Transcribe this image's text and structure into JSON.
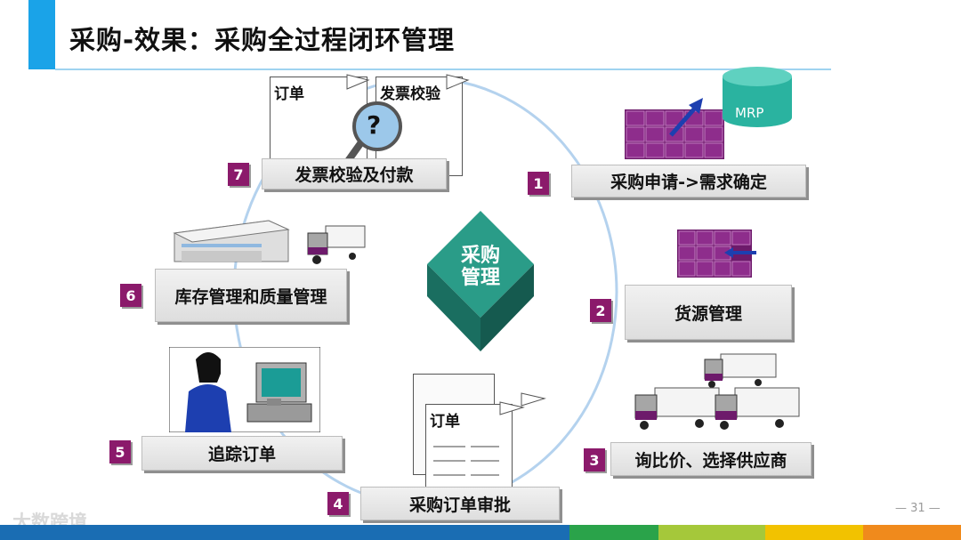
{
  "title": "采购-效果：采购全过程闭环管理",
  "center": {
    "line1": "采购",
    "line2": "管理"
  },
  "steps": [
    {
      "num": "1",
      "label": "采购申请->需求确定"
    },
    {
      "num": "2",
      "label": "货源管理"
    },
    {
      "num": "3",
      "label": "询比价、选择供应商"
    },
    {
      "num": "4",
      "label": "采购订单审批"
    },
    {
      "num": "5",
      "label": "追踪订单"
    },
    {
      "num": "6",
      "label": "库存管理和质量管理"
    },
    {
      "num": "7",
      "label": "发票校验及付款"
    }
  ],
  "docs": {
    "order": "订单",
    "invoice_check": "发票校验",
    "order2": "订单"
  },
  "mrp_label": "MRP",
  "magnifier_symbol": "?",
  "page_number": "— 31 —",
  "watermark": "大数跨境",
  "colors": {
    "accent_blue": "#1aa3e8",
    "number_badge": "#8b1a6b",
    "cycle_line": "#b4d2ee",
    "center_green": "#1f8a78"
  }
}
